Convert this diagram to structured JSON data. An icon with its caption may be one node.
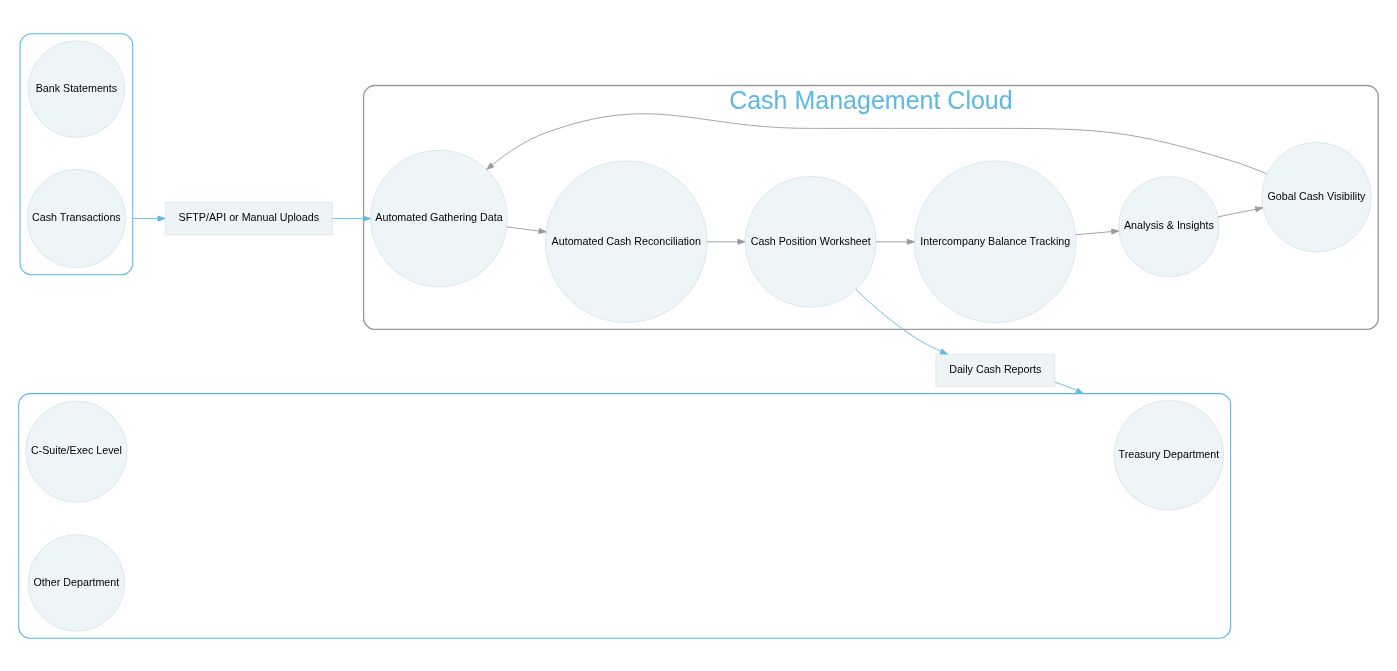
{
  "diagram": {
    "nodes": [
      {
        "text": [],
        "shape": "box"
      },
      {
        "text": [
          "Bank Statements"
        ],
        "in": 0
      },
      {
        "text": [
          "Cash Transactions"
        ],
        "in": 0
      },
      {
        "text": [
          "SFTP/API or Manual Uploads"
        ]
      },
      {
        "text": [
          "Cash Management Cloud"
        ]
      },
      {
        "text": [
          "Automated Gathering Data"
        ],
        "in": 4
      },
      {
        "text": [
          "Automated Cash Reconciliation"
        ],
        "in": 4
      },
      {
        "text": [
          "Cash Position Worksheet"
        ],
        "in": 4
      },
      {
        "text": [
          "Intercompany Balance Tracking"
        ],
        "in": 4
      },
      {
        "text": [
          "Analysis & Insights"
        ],
        "in": 4
      },
      {
        "text": [
          "Gobal Cash Visibility"
        ],
        "in": 4
      },
      {
        "text": [
          "Daily Cash Reports"
        ]
      },
      {
        "text": [],
        "shape": "box"
      },
      {
        "text": [
          "C-Suite/Exec Level"
        ],
        "in": 12
      },
      {
        "text": [
          "Treasury Department"
        ],
        "in": 12
      },
      {
        "text": [
          "Other Department"
        ],
        "in": 12
      }
    ],
    "edges": [
      {
        "from": 0,
        "to": 3,
        "arrow": "to",
        "color": "#5bb8e8"
      },
      {
        "from": 3,
        "to": 5,
        "arrow": "to",
        "color": "#5bb8e8"
      },
      {
        "from": 5,
        "to": 6,
        "arrow": "to"
      },
      {
        "from": 6,
        "to": 7,
        "arrow": "to"
      },
      {
        "from": 7,
        "to": 11,
        "arrow": "to",
        "color": "#5bb8e8"
      },
      {
        "from": 11,
        "to": 12,
        "arrow": "to",
        "color": "#5bb8e8"
      },
      {
        "from": 7,
        "to": 8,
        "arrow": "to"
      },
      {
        "from": 8,
        "to": 9,
        "arrow": "to"
      },
      {
        "from": 9,
        "to": 10,
        "arrow": "to"
      },
      {
        "from": 10,
        "to": 5,
        "arrow": "to"
      }
    ]
  }
}
